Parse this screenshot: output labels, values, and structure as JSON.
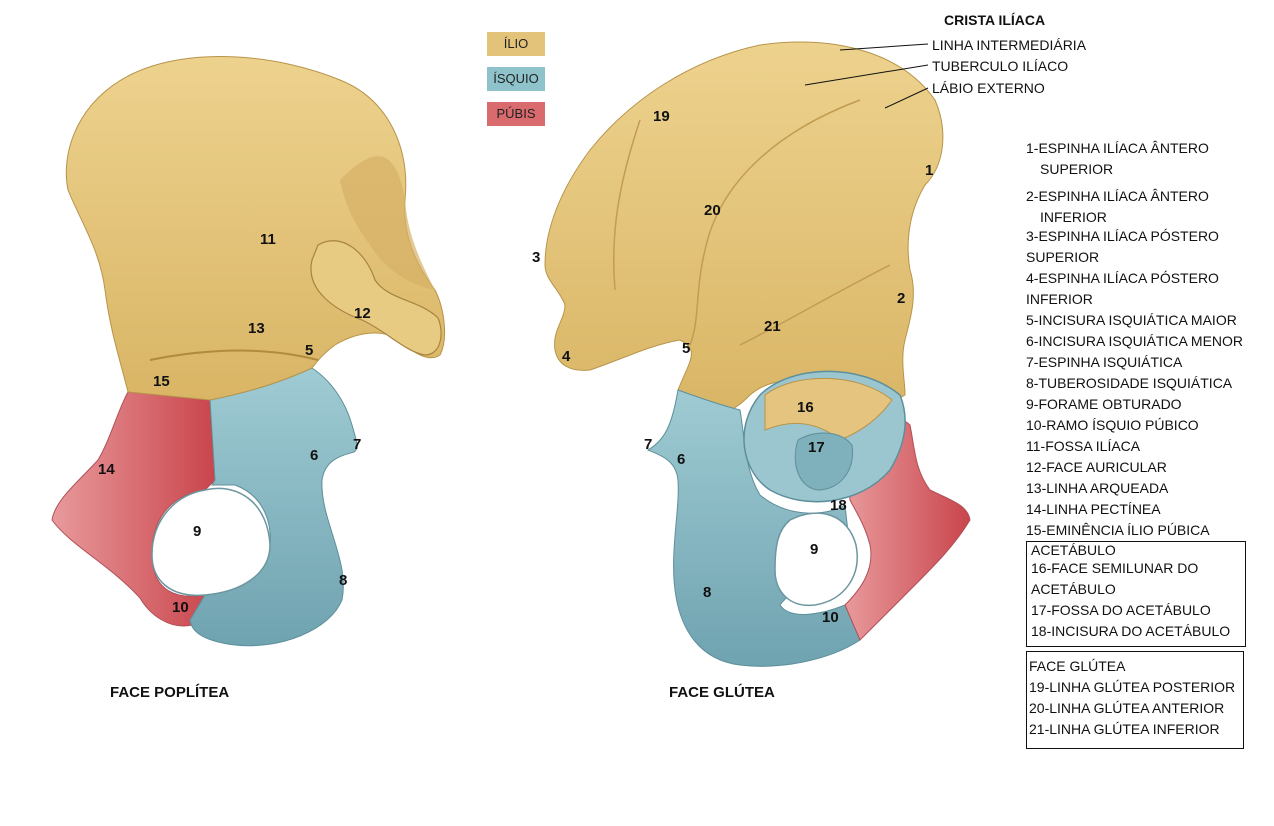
{
  "legend": {
    "ilio": {
      "label": "ÍLIO",
      "color": "#E3C37A"
    },
    "isquio": {
      "label": "ÍSQUIO",
      "color": "#8FC3CC"
    },
    "pubis": {
      "label": "PÚBIS",
      "color": "#D96A6E"
    }
  },
  "crest": {
    "title": "CRISTA ILÍACA",
    "line1": "LINHA INTERMEDIÁRIA",
    "line2": "TUBERCULO ILÍACO",
    "line3": "LÁBIO EXTERNO"
  },
  "views": {
    "left_title": "FACE POPLÍTEA",
    "right_title": "FACE GLÚTEA"
  },
  "markers": {
    "left": [
      "11",
      "12",
      "13",
      "5",
      "15",
      "14",
      "6",
      "7",
      "9",
      "8",
      "10"
    ],
    "right": [
      "19",
      "1",
      "20",
      "3",
      "2",
      "21",
      "4",
      "5",
      "16",
      "7",
      "6",
      "17",
      "18",
      "9",
      "8",
      "10"
    ]
  },
  "list": [
    {
      "line1": "1-ESPINHA ILÍACA ÂNTERO",
      "line2": "SUPERIOR"
    },
    {
      "line1": "2-ESPINHA ILÍACA ÂNTERO",
      "line2": "INFERIOR"
    },
    {
      "line1": "3-ESPINHA ILÍACA PÓSTERO",
      "line2": "SUPERIOR"
    },
    {
      "line1": "4-ESPINHA ILÍACA PÓSTERO",
      "line2": "INFERIOR"
    },
    {
      "line1": "5-INCISURA ISQUIÁTICA MAIOR"
    },
    {
      "line1": "6-INCISURA ISQUIÁTICA MENOR"
    },
    {
      "line1": "7-ESPINHA ISQUIÁTICA"
    },
    {
      "line1": "8-TUBEROSIDADE ISQUIÁTICA"
    },
    {
      "line1": "9-FORAME OBTURADO"
    },
    {
      "line1": "10-RAMO ÍSQUIO PÚBICO"
    },
    {
      "line1": "11-FOSSA ILÍACA"
    },
    {
      "line1": "12-FACE AURICULAR"
    },
    {
      "line1": "13-LINHA ARQUEADA"
    },
    {
      "line1": "14-LINHA PECTÍNEA"
    },
    {
      "line1": "15-EMINÊNCIA ÍLIO PÚBICA"
    }
  ],
  "acetabulo": {
    "title": "ACETÁBULO",
    "items": [
      "16-FACE SEMILUNAR DO",
      "ACETÁBULO",
      "17-FOSSA DO ACETÁBULO",
      "18-INCISURA DO ACETÁBULO"
    ]
  },
  "glutea": {
    "title": "FACE GLÚTEA",
    "items": [
      "19-LINHA GLÚTEA POSTERIOR",
      "20-LINHA GLÚTEA ANTERIOR",
      "21-LINHA GLÚTEA INFERIOR"
    ]
  }
}
